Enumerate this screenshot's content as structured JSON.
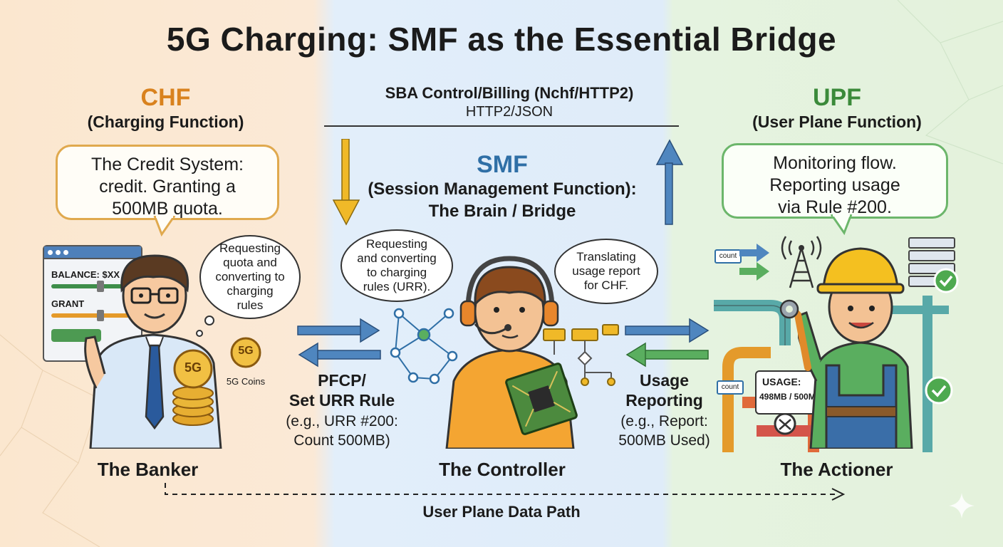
{
  "title": "5G Charging: SMF as the Essential Bridge",
  "chf": {
    "name": "CHF",
    "subtitle": "(Charging Function)",
    "speech": [
      "The Credit System:",
      "credit. Granting a",
      "500MB quota."
    ],
    "thought": [
      "Requesting",
      "quota and",
      "converting to",
      "charging",
      "rules"
    ],
    "balance_label": "BALANCE: $XX",
    "grant_label": "GRANT",
    "coin_text": "5G",
    "coins_label": "5G Coins",
    "role": "The Banker"
  },
  "sba": {
    "title": "SBA Control/Billing (Nchf/HTTP2)",
    "subtitle": "HTTP2/JSON"
  },
  "smf": {
    "name": "SMF",
    "subtitle": "(Session Management Function):",
    "tagline": "The Brain / Bridge",
    "thought_left": [
      "Requesting",
      "and converting",
      "to charging",
      "rules (URR)."
    ],
    "thought_right": [
      "Translating",
      "usage report",
      "for CHF."
    ],
    "role": "The Controller"
  },
  "pfcp": {
    "title": [
      "PFCP/",
      "Set URR Rule"
    ],
    "example": [
      "(e.g., URR #200:",
      "Count 500MB)"
    ]
  },
  "usage": {
    "title": [
      "Usage",
      "Reporting"
    ],
    "example": [
      "(e.g., Report:",
      "500MB Used)"
    ]
  },
  "upf": {
    "name": "UPF",
    "subtitle": "(User Plane Function)",
    "speech": [
      "Monitoring flow.",
      "Reporting usage",
      "via Rule #200."
    ],
    "count_label": "count",
    "meter_label": "USAGE:",
    "meter_value": "498MB / 500MB",
    "role": "The Actioner"
  },
  "footer": {
    "data_path": "User Plane Data Path"
  },
  "colors": {
    "chf": "#d9821e",
    "smf": "#2f6fa6",
    "upf": "#3b8a3a",
    "arrow_blue": "#4f86bf",
    "arrow_green": "#5aae5f",
    "arrow_yellow": "#f0b928"
  }
}
